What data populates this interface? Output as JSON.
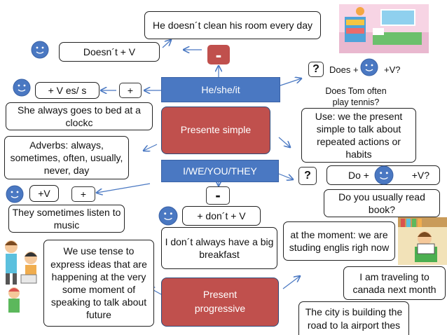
{
  "top_example": "He doesn´t clean his room every day",
  "negative_he": "Doesn´t + V",
  "minus_top": "-",
  "he_she_it": "He/she/it",
  "question_mark_1": "?",
  "does_q_left": "Does +",
  "does_q_right": "+V?",
  "does_example": "Does Tom often play tennis?",
  "plus_he_formula": "+ V es/ s",
  "plus_sign_1": "+",
  "he_example": "She always goes to bed at a clockc",
  "use_present": "Use: we the present simple to talk about repeated actions or habits",
  "presente_simple": "Presente simple",
  "adverbs": "Adverbs: always, sometimes, often, usually, never, day",
  "i_we": "I/WE/YOU/THEY",
  "question_mark_2": "?",
  "do_q_left": "Do +",
  "do_q_right": "+V?",
  "do_example": "Do you usually read book?",
  "plus_v": "+V",
  "plus_sign_2": "+",
  "minus_mid": "-",
  "dont_formula": "+ don´t + V",
  "they_example": "They sometimes listen to music",
  "i_dont_example": "I don´t always have a big breakfast",
  "at_moment": "at the moment: we are studing englis righ now",
  "progressive_use": "We use tense to express ideas that are happening at the very some moment of speaking to talk about future",
  "present_progressive": "Present progressive",
  "traveling": "I am traveling to canada next month",
  "building": "The city is building the road to la airport thes",
  "colors": {
    "blue": "#4a78c2",
    "red": "#c0504d",
    "smiley": "#4a78c2"
  },
  "icons": [
    "smiley-icon",
    "bedroom-illustration",
    "reading-boy-illustration",
    "children-illustration"
  ]
}
